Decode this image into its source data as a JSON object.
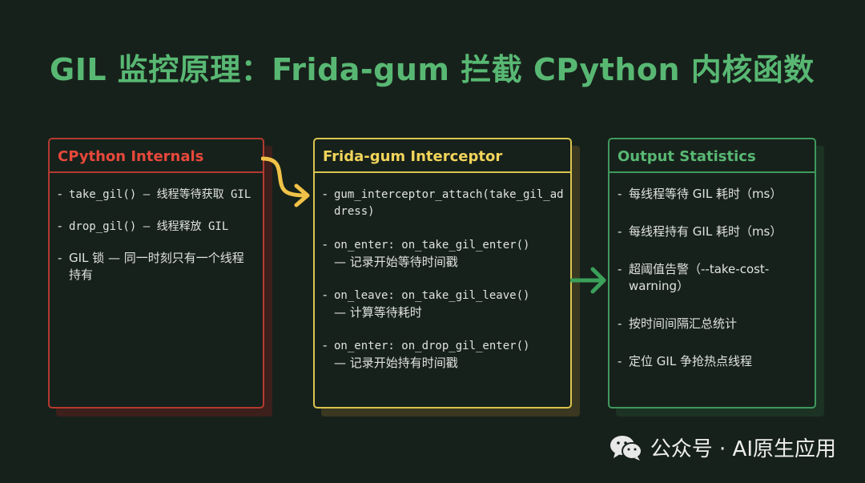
{
  "title": "GIL 监控原理：Frida-gum 拦截 CPython 内核函数",
  "boxes": {
    "cpython": {
      "title": "CPython Internals",
      "items": [
        {
          "bullet": "-",
          "line1": "take_gil() — 线程等待获取 GIL",
          "line2": ""
        },
        {
          "bullet": "-",
          "line1": "drop_gil() — 线程释放 GIL",
          "line2": ""
        },
        {
          "bullet": "-",
          "line1": "GIL 锁 — 同一时刻只有一个线程",
          "line2": "持有"
        }
      ]
    },
    "frida": {
      "title": "Frida-gum Interceptor",
      "items": [
        {
          "bullet": "-",
          "line1": "gum_interceptor_attach(take_gil_ad",
          "line2": "dress)"
        },
        {
          "bullet": "-",
          "line1": "on_enter: on_take_gil_enter()",
          "line2": "— 记录开始等待时间戳"
        },
        {
          "bullet": "-",
          "line1": "on_leave: on_take_gil_leave()",
          "line2": "— 计算等待耗时"
        },
        {
          "bullet": "-",
          "line1": "on_enter: on_drop_gil_enter()",
          "line2": "— 记录开始持有时间戳"
        }
      ]
    },
    "output": {
      "title": "Output Statistics",
      "items": [
        {
          "bullet": "-",
          "line1": "每线程等待 GIL 耗时（ms）",
          "line2": ""
        },
        {
          "bullet": "-",
          "line1": "每线程持有 GIL 耗时（ms）",
          "line2": ""
        },
        {
          "bullet": "-",
          "line1": "超阈值告警（--take-cost-",
          "line2": "warning）"
        },
        {
          "bullet": "-",
          "line1": "按时间间隔汇总统计",
          "line2": ""
        },
        {
          "bullet": "-",
          "line1": "定位 GIL 争抢热点线程",
          "line2": ""
        }
      ]
    }
  },
  "colors": {
    "background": "#17211b",
    "title": "#58b873",
    "cpython_border": "#b43a31",
    "cpython_title": "#e8483b",
    "frida_border": "#d9c44f",
    "frida_title": "#f1d45a",
    "output_border": "#3f9a5c",
    "output_title": "#58b873",
    "arrow_yellow": "#f0c248",
    "arrow_green": "#3aa05a"
  },
  "footer": {
    "icon": "wechat-icon",
    "text": "公众号 · AI原生应用"
  }
}
